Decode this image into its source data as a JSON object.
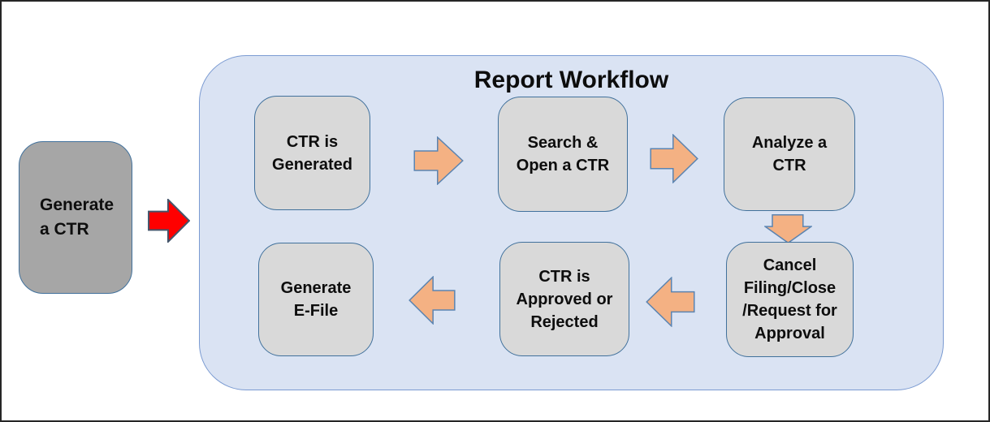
{
  "colors": {
    "container_fill": "#dae3f3",
    "container_border": "#7b9bd2",
    "box_fill": "#d9d9d9",
    "box_border": "#41719c",
    "start_fill": "#a6a6a6",
    "arrow_fill": "#f4b183",
    "arrow_border": "#5b84b1",
    "start_arrow_fill": "#ff0000",
    "start_arrow_border": "#44546a",
    "text": "#0d0d0d"
  },
  "start_step": {
    "label": "Generate\na CTR"
  },
  "workflow": {
    "title": "Report Workflow",
    "steps": [
      {
        "id": "ctr-is-generated",
        "label": "CTR is\nGenerated"
      },
      {
        "id": "search-open-ctr",
        "label": "Search &\nOpen a CTR"
      },
      {
        "id": "analyze-ctr",
        "label": "Analyze a\nCTR"
      },
      {
        "id": "cancel-filing-close-request-for-approval",
        "label": "Cancel\nFiling/Close\n/Request for\nApproval"
      },
      {
        "id": "ctr-approved-or-rejected",
        "label": "CTR is\nApproved or\nRejected"
      },
      {
        "id": "generate-efile",
        "label": "Generate\nE-File"
      }
    ],
    "arrows": [
      {
        "name": "start-to-workflow",
        "direction": "right",
        "color": "red"
      },
      {
        "name": "generated-to-search",
        "direction": "right"
      },
      {
        "name": "search-to-analyze",
        "direction": "right"
      },
      {
        "name": "analyze-to-cancel",
        "direction": "down"
      },
      {
        "name": "cancel-to-approved",
        "direction": "left"
      },
      {
        "name": "approved-to-efile",
        "direction": "left"
      }
    ]
  }
}
